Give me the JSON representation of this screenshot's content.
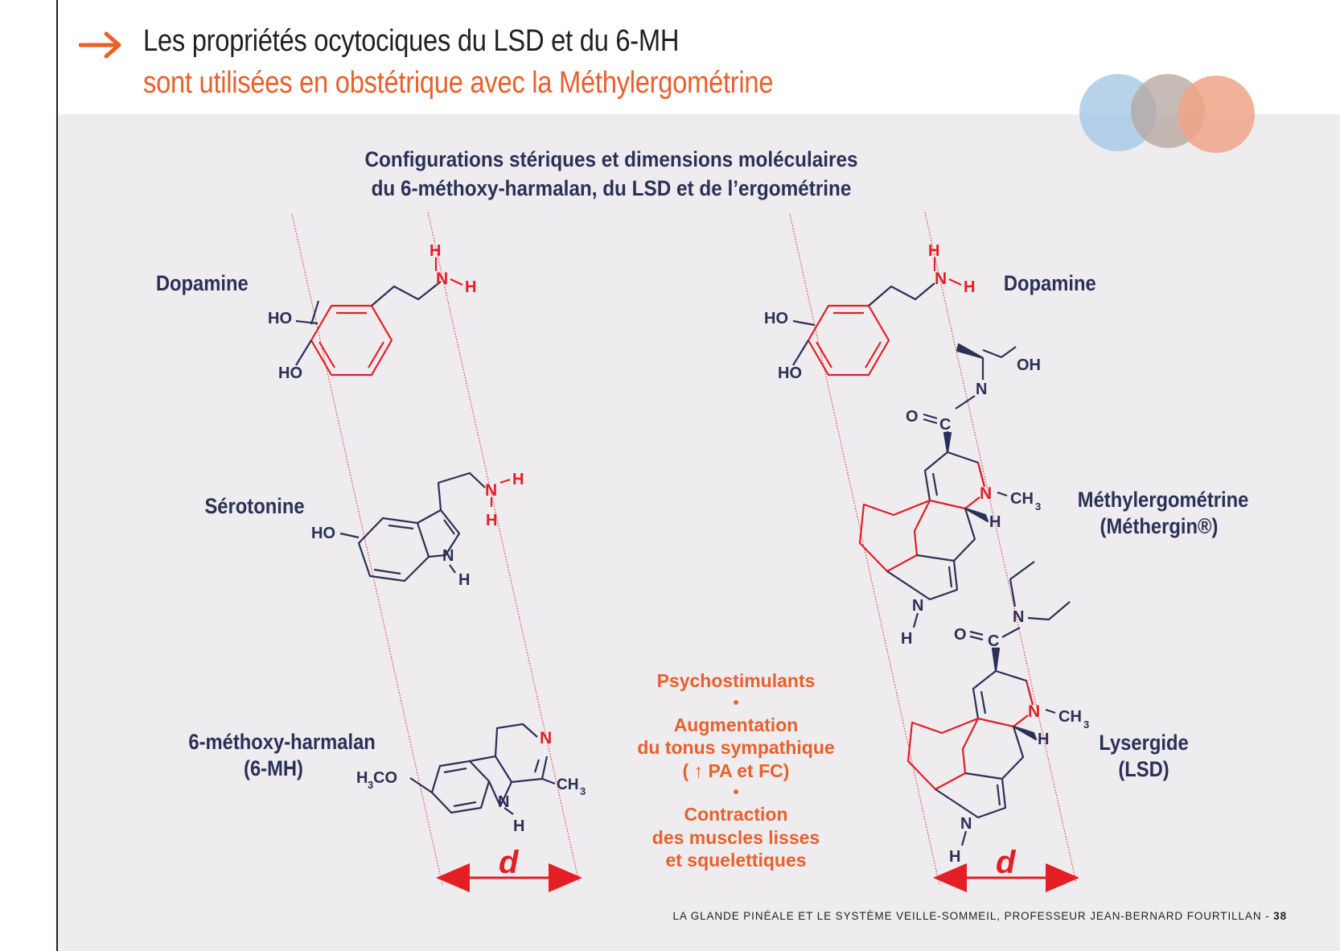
{
  "header": {
    "title_line1": "Les propriétés ocytociques du LSD et du 6-MH",
    "title_line2": "sont utilisées en obstétrique avec la Méthylergométrine"
  },
  "diagram": {
    "subtitle_line1": "Configurations stériques et dimensions moléculaires",
    "subtitle_line2": "du 6-méthoxy-harmalan, du LSD et de l’ergométrine",
    "left_labels": {
      "dopamine": "Dopamine",
      "serotonine": "Sérotonine",
      "mh_line1": "6-méthoxy-harmalan",
      "mh_line2": "(6-MH)"
    },
    "right_labels": {
      "dopamine": "Dopamine",
      "methyl_line1": "Méthylergométrine",
      "methyl_line2": "(Méthergin®)",
      "lsd_line1": "Lysergide",
      "lsd_line2": "(LSD)"
    },
    "distance_label": "d",
    "atoms": {
      "H": "H",
      "N": "N",
      "HO": "HO",
      "OH": "OH",
      "O": "O",
      "C": "C",
      "CH": "CH",
      "sub3": "3",
      "H3CO_H": "H",
      "H3CO_rest": "CO"
    },
    "effects": {
      "line1": "Psychostimulants",
      "bullet": "•",
      "line2": "Augmentation",
      "line3": "du tonus sympathique",
      "line4": "( ↑ PA et FC)",
      "line5": "Contraction",
      "line6": "des muscles lisses",
      "line7": "et squelettiques"
    }
  },
  "footer": {
    "text": "LA GLANDE PINÉALE ET LE SYSTÈME VEILLE-SOMMEIL, PROFESSEUR JEAN-BERNARD FOURTILLAN - ",
    "page": "38"
  },
  "colors": {
    "navy": "#2a3157",
    "red": "#e31e24",
    "orange": "#e8602c",
    "panel": "#eeecef",
    "circle_blue": "#a9cbe6",
    "circle_taupe": "#b8aaa3",
    "circle_salmon": "#f0a588"
  },
  "icons": [
    "arrow-right-icon",
    "overlapping-circles-logo"
  ]
}
